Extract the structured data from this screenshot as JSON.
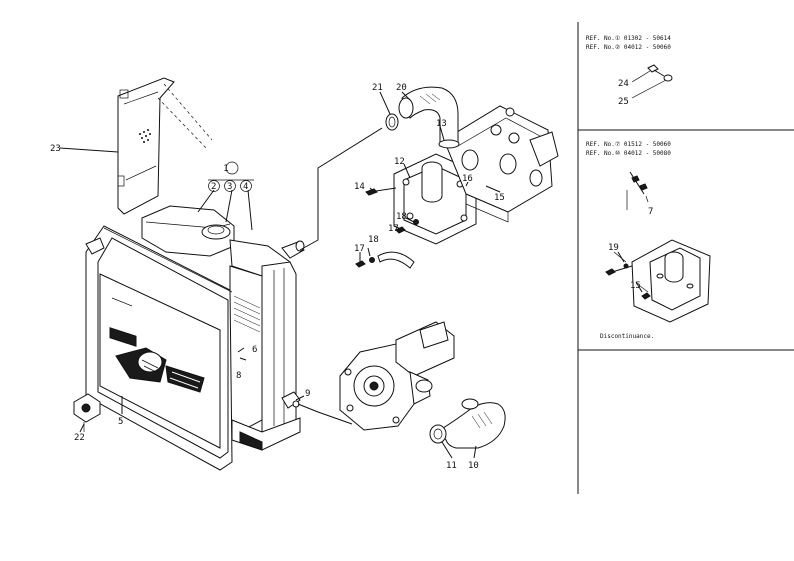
{
  "callouts": [
    {
      "id": "1",
      "text": "1"
    },
    {
      "id": "2",
      "text": "2"
    },
    {
      "id": "3",
      "text": "3"
    },
    {
      "id": "4",
      "text": "4"
    },
    {
      "id": "5",
      "text": "5"
    },
    {
      "id": "6",
      "text": "6"
    },
    {
      "id": "7",
      "text": "7"
    },
    {
      "id": "8",
      "text": "8"
    },
    {
      "id": "9",
      "text": "9"
    },
    {
      "id": "10",
      "text": "10"
    },
    {
      "id": "11",
      "text": "11"
    },
    {
      "id": "12",
      "text": "12"
    },
    {
      "id": "13",
      "text": "13"
    },
    {
      "id": "14",
      "text": "14"
    },
    {
      "id": "15",
      "text": "15"
    },
    {
      "id": "16",
      "text": "16"
    },
    {
      "id": "17",
      "text": "17"
    },
    {
      "id": "18",
      "text": "18"
    },
    {
      "id": "19",
      "text": "19"
    },
    {
      "id": "20",
      "text": "20"
    },
    {
      "id": "21",
      "text": "21"
    },
    {
      "id": "22",
      "text": "22"
    },
    {
      "id": "23",
      "text": "23"
    },
    {
      "id": "24",
      "text": "24"
    },
    {
      "id": "25",
      "text": "25"
    },
    {
      "id": "17b",
      "text": "17"
    },
    {
      "id": "18b",
      "text": "18"
    },
    {
      "id": "15b",
      "text": "15"
    }
  ],
  "ref_block_1": {
    "line1": "REF. No.① 01302 - 50614",
    "line2": "REF. No.② 04012 - 50060"
  },
  "ref_block_2": {
    "line1": "REF. No.⑦ 01512 - 50060",
    "line2": "REF. No.⑩ 04012 - 50080"
  },
  "discontinuance_note": "Discontinuance."
}
